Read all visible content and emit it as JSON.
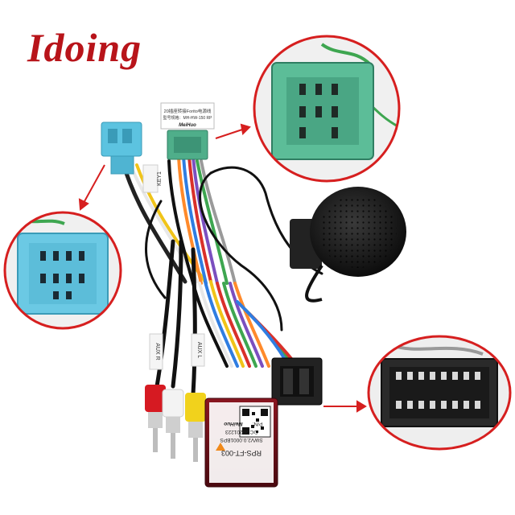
{
  "brand": {
    "text": "Idoing",
    "color": "#b8141a"
  },
  "labels": {
    "module_model": "RPS-FT-003",
    "module_sw": "SWV2.0.0001BPS",
    "module_dc": "DC:20201223",
    "module_pn": "P/N:",
    "module_brand": "MeiHuo",
    "green_tag_line1": "20插座转接Forito电源线",
    "green_tag_line2": "型号规格：MH-HW-150 RP",
    "green_tag_brand": "MeiHuo",
    "key_tag": "KEY1",
    "aux_tag": "AUX R",
    "aux_tag2": "AUX L"
  },
  "colors": {
    "callout_border": "#d61f1f",
    "green_connector": "#4fae8a",
    "blue_connector": "#5cc3e0",
    "black_connector": "#222222",
    "rca_red": "#d61a22",
    "rca_yellow": "#f1d21c",
    "rca_white": "#f3f3f3",
    "module": "#6d1018"
  }
}
